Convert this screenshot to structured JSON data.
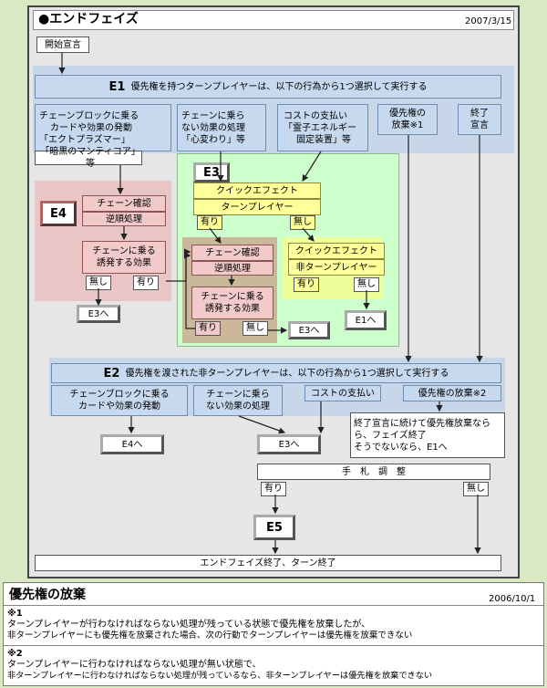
{
  "header": {
    "title": "●エンドフェイズ",
    "date": "2007/3/15"
  },
  "start": "開始宣言",
  "e1": {
    "label": "E1",
    "desc": "優先権を持つターンプレイヤーは、以下の行為から1つ選択して実行する",
    "opt1": [
      "チェーンブロックに乗る",
      "カードや効果の発動",
      "「エクトプラズマー」",
      "「暗黒のマンティコア」等"
    ],
    "opt2": [
      "チェーンに乗ら",
      "ない効果の処理",
      "「心変わり」等"
    ],
    "opt3": [
      "コストの支払い",
      "「霊子エネルギー",
      "固定装置」等"
    ],
    "opt4": [
      "優先権の",
      "放棄※1"
    ],
    "opt5": [
      "終了",
      "宣言"
    ]
  },
  "e4": {
    "label": "E4",
    "chain_check": "チェーン確認",
    "reverse": "逆順処理",
    "chain_effect": [
      "チェーンに乗る",
      "誘発する効果"
    ],
    "no": "無し",
    "yes": "有り",
    "to_e3": "E3へ"
  },
  "e3": {
    "label": "E3",
    "quick1": "クイックエフェクト",
    "turn_player": "ターンプレイヤー",
    "yes": "有り",
    "no": "無し",
    "chain_check": "チェーン確認",
    "reverse": "逆順処理",
    "chain_effect": [
      "チェーンに乗る",
      "誘発する効果"
    ],
    "to_e3": "E3へ",
    "quick2": "クイックエフェクト",
    "non_turn_player": "非ターンプレイヤー",
    "to_e1": "E1へ"
  },
  "e2": {
    "label": "E2",
    "desc": "優先権を渡された非ターンプレイヤーは、以下の行為から1つ選択して実行する",
    "opt1": [
      "チェーンブロックに乗る",
      "カードや効果の発動"
    ],
    "opt2": [
      "チェーンに乗ら",
      "ない効果の処理"
    ],
    "opt3": "コストの支払い",
    "opt4": "優先権の放棄※2",
    "note": [
      "終了宣言に続けて優先権放棄なら",
      "ら、フェイズ終了",
      "そうでないなら、E1へ"
    ],
    "to_e4": "E4へ",
    "to_e3": "E3へ"
  },
  "hand": {
    "label": "手　札　調　整",
    "yes": "有り",
    "no": "無し"
  },
  "e5": {
    "label": "E5"
  },
  "end": "エンドフェイズ終了、ターン終了",
  "notes": {
    "title": "優先権の放棄",
    "date": "2006/10/1",
    "n1_mark": "※1",
    "n1_l1": "ターンプレイヤーが行わなければならない処理が残っている状態で優先権を放棄したが、",
    "n1_l2": "非ターンプレイヤーにも優先権を放棄された場合、次の行動でターンプレイヤーは優先権を放棄できない",
    "n2_mark": "※2",
    "n2_l1": "ターンプレイヤーに行わなければならない処理が無い状態で、",
    "n2_l2": "非ターンプレイヤーに行わなければならない処理が残っているなら、非ターンプレイヤーは優先権を放棄できない"
  },
  "colors": {
    "blue": "#c7d9ef",
    "yellow": "#ffff99",
    "pink": "#f2caca",
    "green": "#ccffcc"
  }
}
